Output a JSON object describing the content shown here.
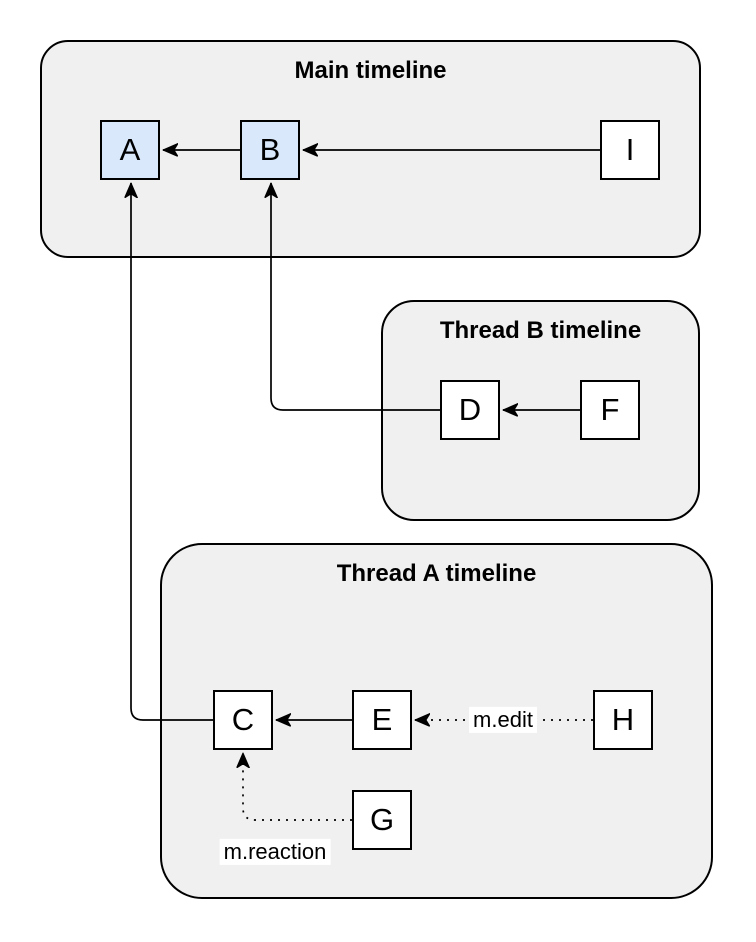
{
  "diagram": {
    "containers": [
      {
        "id": "main",
        "title": "Main timeline"
      },
      {
        "id": "thread_b",
        "title": "Thread B timeline"
      },
      {
        "id": "thread_a",
        "title": "Thread A timeline"
      }
    ],
    "nodes": [
      {
        "id": "A",
        "label": "A",
        "container": "main",
        "highlighted": true
      },
      {
        "id": "B",
        "label": "B",
        "container": "main",
        "highlighted": true
      },
      {
        "id": "I",
        "label": "I",
        "container": "main",
        "highlighted": false
      },
      {
        "id": "D",
        "label": "D",
        "container": "thread_b",
        "highlighted": false
      },
      {
        "id": "F",
        "label": "F",
        "container": "thread_b",
        "highlighted": false
      },
      {
        "id": "C",
        "label": "C",
        "container": "thread_a",
        "highlighted": false
      },
      {
        "id": "E",
        "label": "E",
        "container": "thread_a",
        "highlighted": false
      },
      {
        "id": "H",
        "label": "H",
        "container": "thread_a",
        "highlighted": false
      },
      {
        "id": "G",
        "label": "G",
        "container": "thread_a",
        "highlighted": false
      }
    ],
    "edges": [
      {
        "from": "B",
        "to": "A",
        "style": "solid",
        "label": ""
      },
      {
        "from": "I",
        "to": "B",
        "style": "solid",
        "label": ""
      },
      {
        "from": "F",
        "to": "D",
        "style": "solid",
        "label": ""
      },
      {
        "from": "D",
        "to": "B",
        "style": "solid",
        "label": ""
      },
      {
        "from": "E",
        "to": "C",
        "style": "solid",
        "label": ""
      },
      {
        "from": "C",
        "to": "A",
        "style": "solid",
        "label": ""
      },
      {
        "from": "H",
        "to": "E",
        "style": "dotted",
        "label": "m.edit"
      },
      {
        "from": "G",
        "to": "C",
        "style": "dotted",
        "label": "m.reaction"
      }
    ],
    "colors": {
      "container_fill": "#f0f0f0",
      "container_border": "#000000",
      "node_fill": "#ffffff",
      "node_fill_highlighted": "#dae8fc",
      "node_border": "#000000",
      "edge": "#000000",
      "label_background": "#ffffff",
      "canvas_background": "#ffffff"
    }
  }
}
